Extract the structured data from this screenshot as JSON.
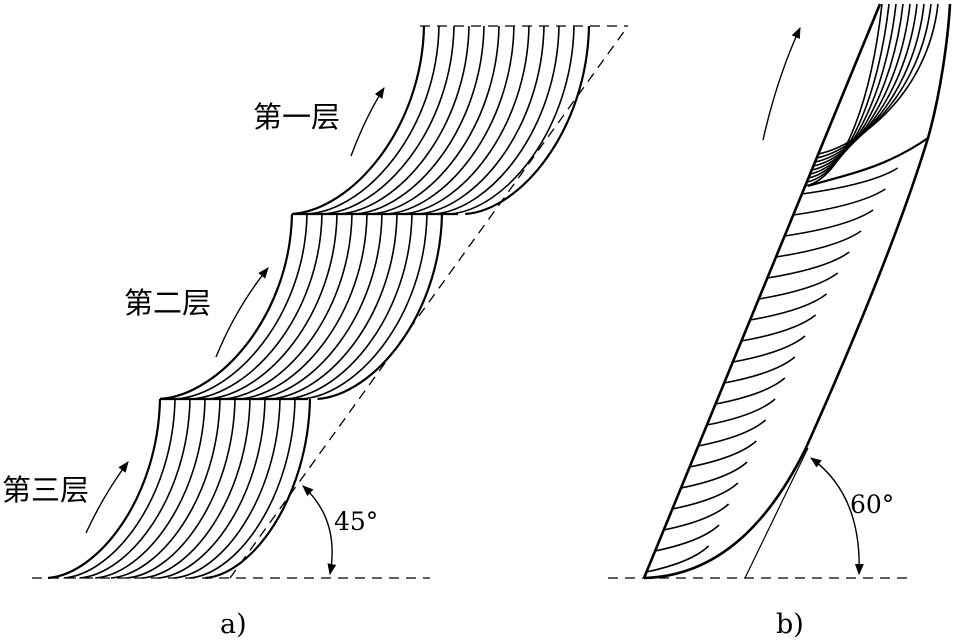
{
  "diagram_a": {
    "layer_labels": [
      "第一层",
      "第二层",
      "第三层"
    ],
    "angle_label": "45°",
    "caption": "a)"
  },
  "diagram_b": {
    "angle_label": "60°",
    "caption": "b)"
  },
  "colors": {
    "ink": "#000000",
    "background": "#ffffff"
  }
}
